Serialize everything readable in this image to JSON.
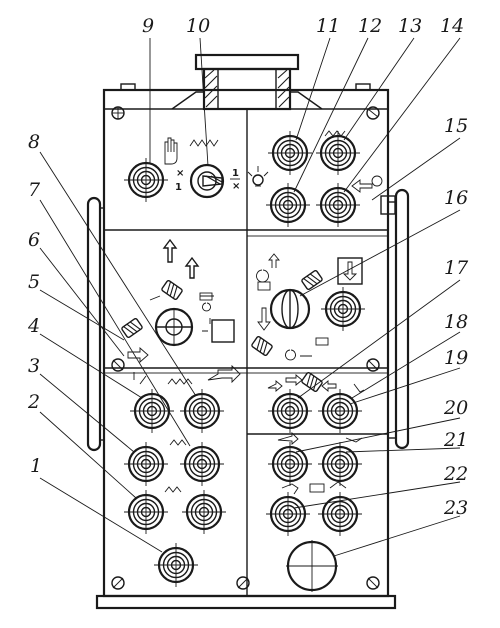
{
  "diagram": {
    "callouts": [
      "1",
      "2",
      "3",
      "4",
      "5",
      "6",
      "7",
      "8",
      "9",
      "10",
      "11",
      "12",
      "13",
      "14",
      "15",
      "16",
      "17",
      "18",
      "19",
      "20",
      "21",
      "22",
      "23"
    ],
    "handle_symbols": {
      "left": "1",
      "right": "1",
      "x_left": "×",
      "x_right": "×"
    }
  }
}
